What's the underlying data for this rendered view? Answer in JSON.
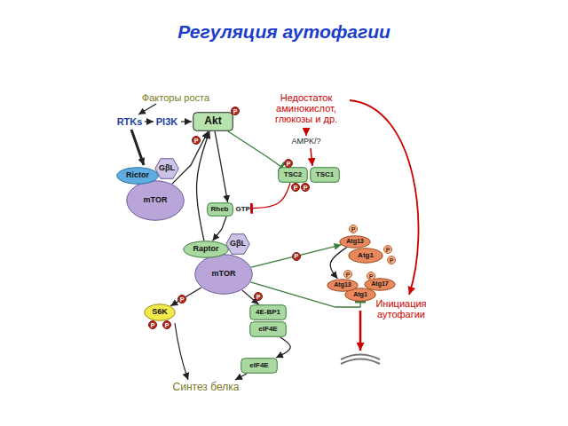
{
  "diagram": {
    "title": "Регуляция аутофагии",
    "nodes": [
      {
        "text": [
          "Akt"
        ]
      },
      {
        "text": [
          "Rictor"
        ]
      },
      {
        "text": [
          "GβL"
        ]
      },
      {
        "text": [
          "mTOR"
        ]
      },
      {
        "text": [
          "TSC2"
        ]
      },
      {
        "text": [
          "TSC1"
        ]
      },
      {
        "text": [
          "Rheb",
          "GTP"
        ]
      },
      {
        "text": [
          "Raptor"
        ]
      },
      {
        "text": [
          "GβL"
        ]
      },
      {
        "text": [
          "mTOR"
        ]
      },
      {
        "text": [
          "S6K"
        ]
      },
      {
        "text": [
          "4E-BP1"
        ]
      },
      {
        "text": [
          "eIF4E"
        ]
      },
      {
        "text": [
          "eIF4E"
        ]
      },
      {
        "text": [
          "Atg13"
        ]
      },
      {
        "text": [
          "Atg1"
        ]
      },
      {
        "text": [
          "Atg13"
        ]
      },
      {
        "text": [
          "Atg1"
        ]
      },
      {
        "text": [
          "Atg17"
        ]
      }
    ],
    "edges": [
      {
        "from": 3,
        "to": 0,
        "arrow": "to"
      },
      {
        "from": 7,
        "to": 0,
        "arrow": "to"
      },
      {
        "from": 0,
        "to": 6,
        "arrow": "to"
      },
      {
        "from": 0,
        "to": 4,
        "arrow": "to"
      },
      {
        "from": 4,
        "to": 6,
        "arrow": "to"
      },
      {
        "from": 6,
        "to": 7,
        "arrow": "to"
      },
      {
        "from": 9,
        "to": 14,
        "label": "P",
        "arrow": "to"
      },
      {
        "from": 9,
        "to": 17,
        "arrow": "to"
      },
      {
        "from": 14,
        "to": 16,
        "arrow": "to"
      },
      {
        "from": 9,
        "to": 10,
        "arrow": "to"
      },
      {
        "from": 9,
        "to": 11,
        "arrow": "to"
      },
      {
        "from": 12,
        "to": 13,
        "arrow": "to"
      }
    ],
    "labels": [
      "Факторы роста",
      "RTKs",
      "PI3K",
      "Недостаток аминокислот, глюкозы и др.",
      "AMPK/?",
      "Синтез белка",
      "Инициация аутофагии",
      "P",
      "P",
      "P",
      "P",
      "P",
      "P",
      "P",
      "P",
      "P",
      "P",
      "P",
      "P",
      "P",
      "P"
    ]
  }
}
